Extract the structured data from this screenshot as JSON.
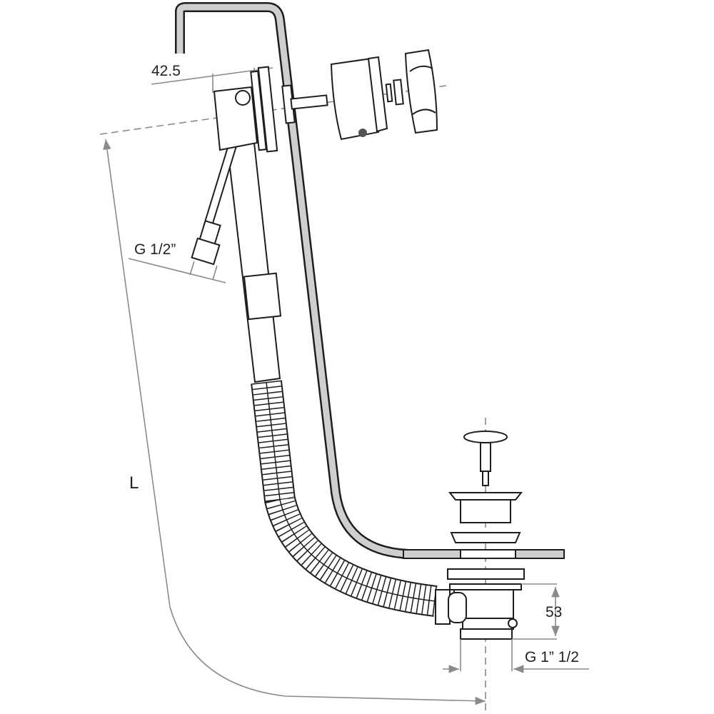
{
  "title": "Bath waste and overflow filler assembly",
  "dimensions": {
    "overflow_offset": "42.5",
    "inlet_thread": "G 1/2”",
    "length": "L",
    "waste_height": "53",
    "outlet_thread": "G 1” 1/2"
  },
  "colors": {
    "line": "#1e1e1e",
    "pipe_fill": "#cfcfcf",
    "dimension": "#8a8a8a"
  }
}
